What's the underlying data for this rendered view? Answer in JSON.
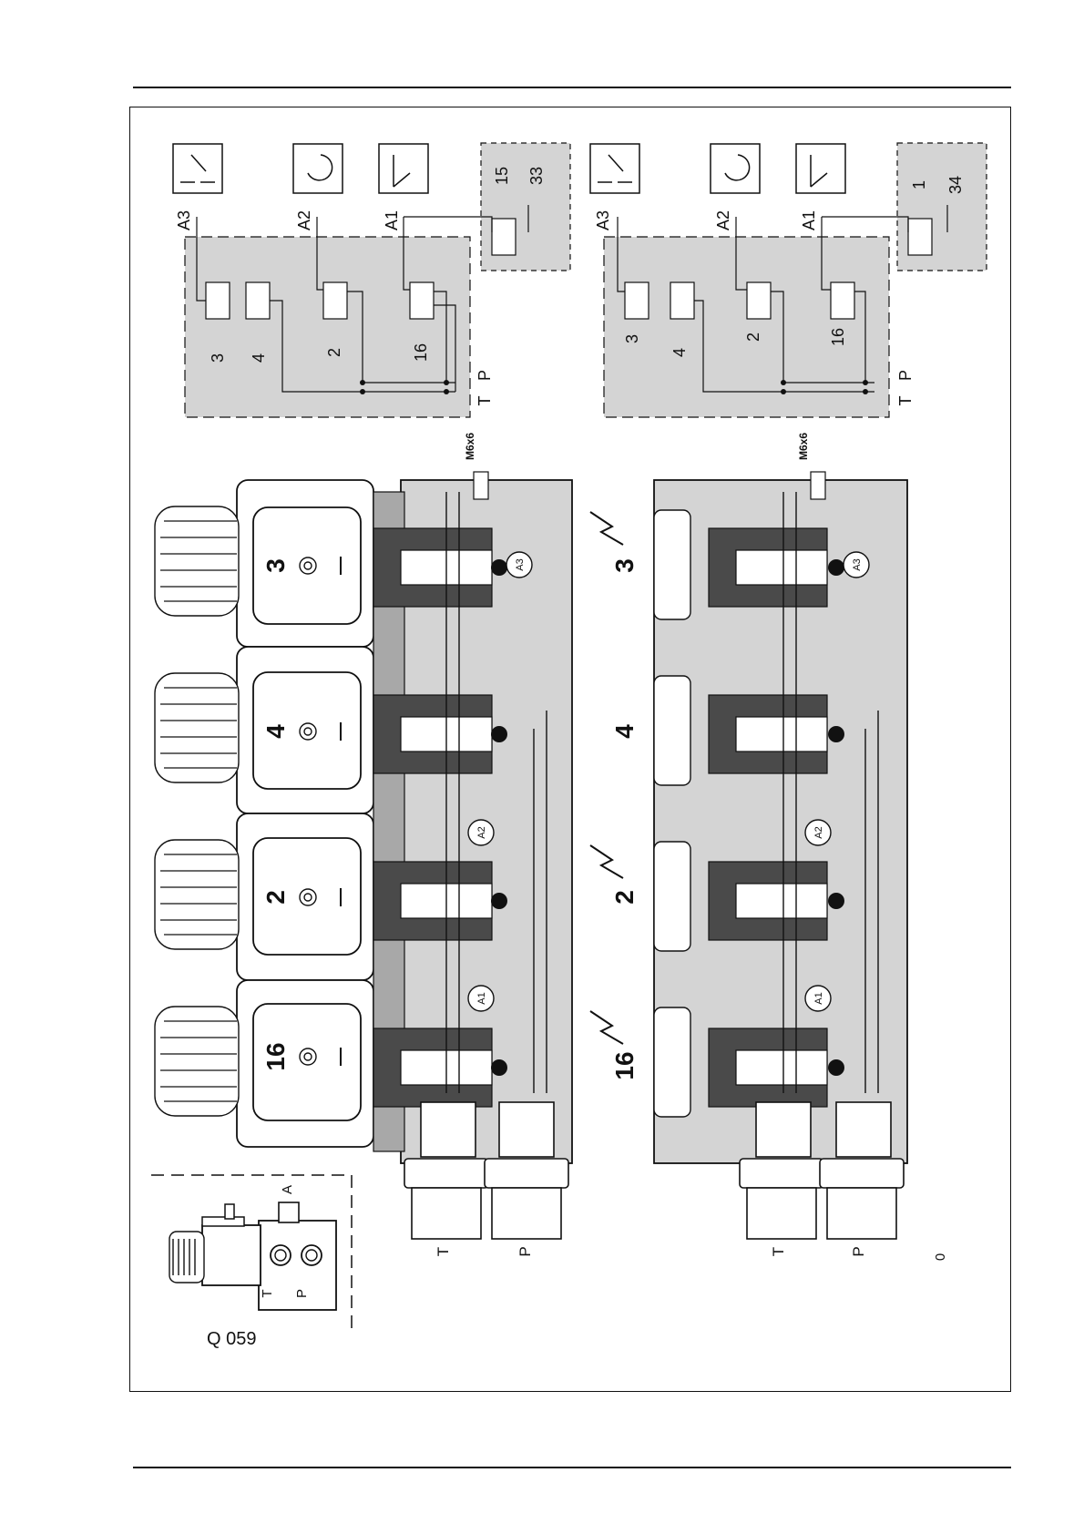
{
  "figure": {
    "code": "Q 059",
    "corner_mark": "0",
    "inset": {
      "port_t": "T",
      "port_p": "P",
      "port_a": "A"
    },
    "ports": {
      "t": "T",
      "p": "P"
    },
    "thread": "M6x6",
    "valve_numbers": [
      "16",
      "2",
      "4",
      "3"
    ],
    "outputs": {
      "a1": "A1",
      "a2": "A2",
      "a3": "A3"
    },
    "schematic_top": {
      "valves": [
        "3",
        "4",
        "2",
        "16"
      ],
      "outputs": [
        "A3",
        "A2",
        "A1"
      ],
      "bus": [
        "T",
        "P"
      ],
      "aux_valve": "15",
      "actuator": "33"
    },
    "schematic_bottom": {
      "valves": [
        "3",
        "4",
        "2",
        "16"
      ],
      "outputs": [
        "A3",
        "A2",
        "A1"
      ],
      "bus": [
        "T",
        "P"
      ],
      "aux_valve": "1",
      "actuator": "34"
    },
    "icons": [
      "outrigger-icon",
      "slew-rotation-icon",
      "operator-lever-icon"
    ]
  },
  "colors": {
    "shade": "#d4d4d4",
    "mid": "#a8a8a8",
    "dark": "#4a4a4a",
    "line": "#1a1a1a"
  }
}
